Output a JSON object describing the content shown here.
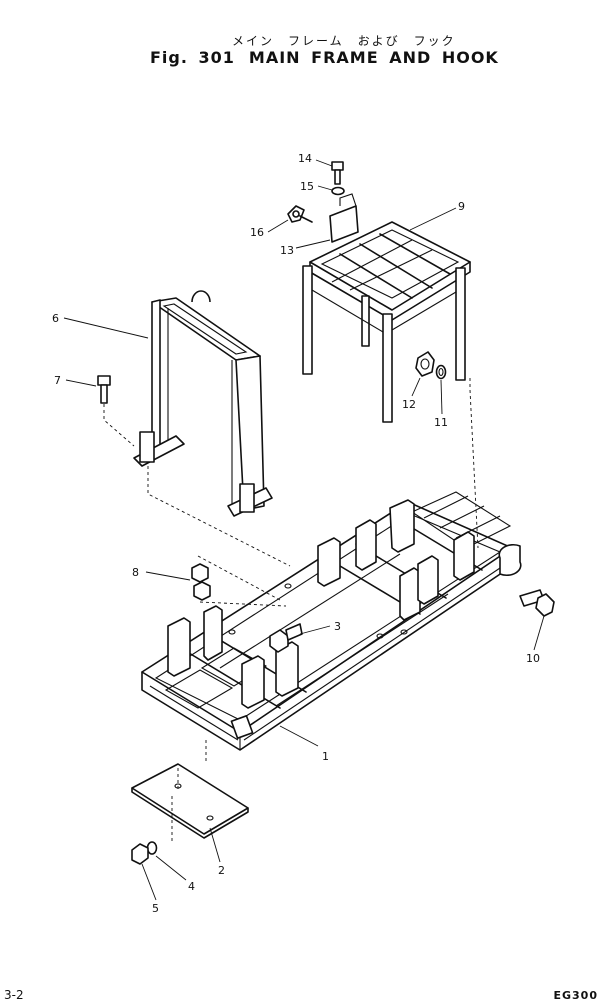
{
  "header": {
    "japanese_title": "メイン　フレーム　および　フック",
    "fig_label": "Fig. 301",
    "title": "MAIN FRAME AND HOOK"
  },
  "footer": {
    "page_number": "3-2",
    "model": "EG300"
  },
  "callouts": [
    "1",
    "2",
    "3",
    "4",
    "5",
    "6",
    "7",
    "8",
    "9",
    "10",
    "11",
    "12",
    "13",
    "14",
    "15",
    "16"
  ]
}
